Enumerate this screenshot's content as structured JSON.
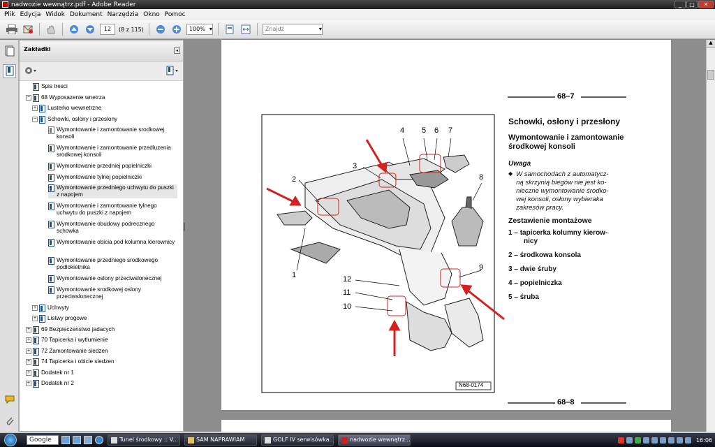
{
  "window": {
    "title": "nadwozie wewnątrz.pdf - Adobe Reader"
  },
  "menu": [
    "Plik",
    "Edycja",
    "Widok",
    "Dokument",
    "Narzędzia",
    "Okno",
    "Pomoc"
  ],
  "toolbar": {
    "page_number": "12",
    "page_count": "(8 z 115)",
    "zoom": "100%",
    "find_placeholder": "Znajdź"
  },
  "panel": {
    "title": "Zakładki"
  },
  "bookmarks": [
    {
      "label": "Spis tresci",
      "level": 1,
      "expander": "",
      "icon": "page"
    },
    {
      "label": "68 Wyposazenie wnetrza",
      "level": 1,
      "expander": "−",
      "icon": "page"
    },
    {
      "label": "Lusterko wewnetrzne",
      "level": 2,
      "expander": "+",
      "icon": "page"
    },
    {
      "label": "Schowki, oslony i przeslony",
      "level": 2,
      "expander": "−",
      "icon": "page"
    },
    {
      "label": "Wymontowanie i zamontowanie srodkowej konsoli",
      "level": 3,
      "expander": "",
      "icon": "gray"
    },
    {
      "label": "Wymontowanie i zamontowanie przedluzenia srodkowej konsoli",
      "level": 3,
      "expander": "",
      "icon": "page"
    },
    {
      "label": "Wymontowanie przedniej popielniczki",
      "level": 3,
      "expander": "",
      "icon": "page"
    },
    {
      "label": "Wymontowanie tylnej popielniczki",
      "level": 3,
      "expander": "",
      "icon": "page"
    },
    {
      "label": "Wymontowanie przedniego uchwytu do puszki z napojem",
      "level": 3,
      "expander": "",
      "icon": "page",
      "highlight": true
    },
    {
      "label": "Wymontowanie i zamontowanie tylnego uchwytu do puszki z napojem",
      "level": 3,
      "expander": "",
      "icon": "page"
    },
    {
      "label": "Wymontowanie obudowy podrecznego schowka",
      "level": 3,
      "expander": "",
      "icon": "page"
    },
    {
      "label": "Wymontowanie obicia pod kolumna kierownicy",
      "level": 3,
      "expander": "",
      "icon": "page"
    },
    {
      "label": "Wymontowanie przedniego srodkowego podlokietnika",
      "level": 3,
      "expander": "",
      "icon": "page"
    },
    {
      "label": "Wymontowanie oslony przeciwslonecznej",
      "level": 3,
      "expander": "",
      "icon": "page"
    },
    {
      "label": "Wymontowanie srodkowej oslony przeciwslonecznej",
      "level": 3,
      "expander": "",
      "icon": "page"
    },
    {
      "label": "Uchwyty",
      "level": 2,
      "expander": "+",
      "icon": "page"
    },
    {
      "label": "Listwy progowe",
      "level": 2,
      "expander": "+",
      "icon": "page"
    },
    {
      "label": "69 Bezpieczenstwo jadacych",
      "level": 1,
      "expander": "+",
      "icon": "page"
    },
    {
      "label": "70 Tapicerka i wytlumienie",
      "level": 1,
      "expander": "+",
      "icon": "page"
    },
    {
      "label": "72 Zamontowanie siedzen",
      "level": 1,
      "expander": "+",
      "icon": "page"
    },
    {
      "label": "74 Tapicerka i obicie siedzen",
      "level": 1,
      "expander": "+",
      "icon": "page"
    },
    {
      "label": "Dodatek nr 1",
      "level": 1,
      "expander": "+",
      "icon": "page"
    },
    {
      "label": "Dodatek nr 2",
      "level": 1,
      "expander": "+",
      "icon": "page"
    }
  ],
  "document": {
    "page_header": "68–7",
    "page_footer": "68–8",
    "section_title": "Schowki, osłony i przesłony",
    "subsection_title_l1": "Wymontowanie i zamontowanie",
    "subsection_title_l2": "środkowej konsoli",
    "note_heading": "Uwaga",
    "note_lines": [
      "W samochodach z automatycz-",
      "ną skrzynią biegów nie jest ko-",
      "nieczne wymontowanie środko-",
      "wej konsoli, osłony wybieraka",
      "zakresów pracy."
    ],
    "list_heading": "Zestawienie montażowe",
    "parts": [
      {
        "num": "1",
        "text": "tapicerka kolumny kierow-",
        "text2": "nicy"
      },
      {
        "num": "2",
        "text": "środkowa konsola",
        "text2": ""
      },
      {
        "num": "3",
        "text": "dwie śruby",
        "text2": ""
      },
      {
        "num": "4",
        "text": "popielniczka",
        "text2": ""
      },
      {
        "num": "5",
        "text": "śruba",
        "text2": ""
      }
    ],
    "figure_id": "N68-0174",
    "callouts": [
      "1",
      "2",
      "3",
      "4",
      "5",
      "6",
      "7",
      "8",
      "9",
      "10",
      "11",
      "12"
    ]
  },
  "taskbar": {
    "search_text": "Google",
    "tasks": [
      "Tunel środkowy :: V...",
      "SAM NAPRAWIAM",
      "GOLF IV serwisówka...",
      "nadwozie wewnątrz..."
    ],
    "clock": "16:06"
  },
  "colors": {
    "annotation": "#d42020",
    "accent": "#1b4f8f"
  }
}
